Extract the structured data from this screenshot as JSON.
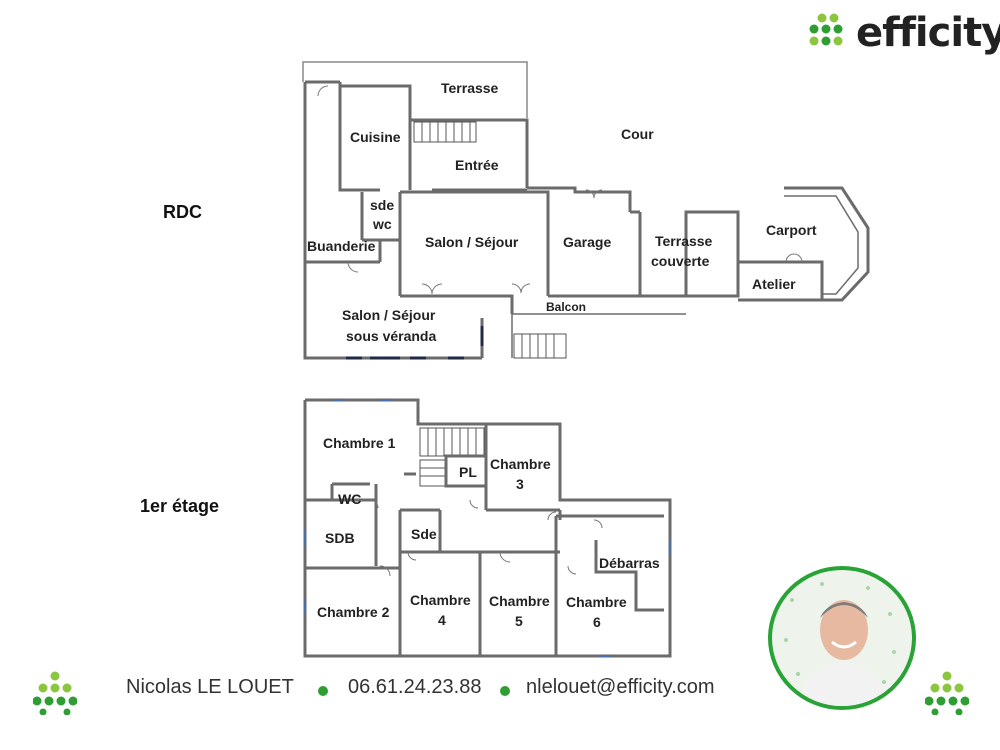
{
  "brand": {
    "name": "efficity",
    "accent": "#2e9e32"
  },
  "levels": {
    "ground": "RDC",
    "first": "1er étage"
  },
  "rooms_ground": {
    "terrasse": "Terrasse",
    "cour": "Cour",
    "cuisine": "Cuisine",
    "entree": "Entrée",
    "sde": "sde",
    "wc": "wc",
    "buanderie": "Buanderie",
    "salon": "Salon / Séjour",
    "garage": "Garage",
    "terrasse_couverte_1": "Terrasse",
    "terrasse_couverte_2": "couverte",
    "carport": "Carport",
    "atelier": "Atelier",
    "balcon": "Balcon",
    "veranda_1": "Salon / Séjour",
    "veranda_2": "sous véranda"
  },
  "rooms_first": {
    "chambre1": "Chambre 1",
    "pl": "PL",
    "chambre3_1": "Chambre",
    "chambre3_2": "3",
    "wc": "WC",
    "sdb": "SDB",
    "sde": "Sde",
    "debarras": "Débarras",
    "chambre2": "Chambre 2",
    "chambre4_1": "Chambre",
    "chambre4_2": "4",
    "chambre5_1": "Chambre",
    "chambre5_2": "5",
    "chambre6_1": "Chambre",
    "chambre6_2": "6"
  },
  "contact": {
    "name": "Nicolas LE LOUET",
    "phone": "06.61.24.23.88",
    "email": "nlelouet@efficity.com"
  },
  "icons": [
    "efficity-logo-icon",
    "agent-photo",
    "efficity-dots-icon"
  ]
}
